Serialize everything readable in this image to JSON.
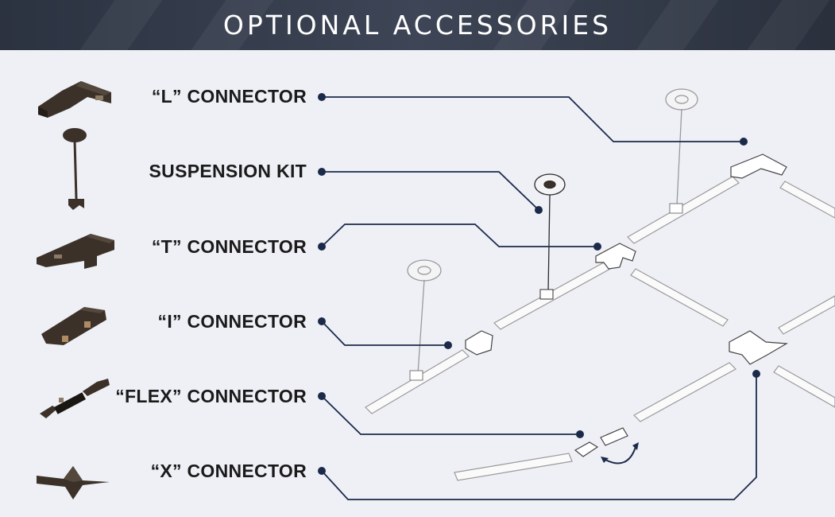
{
  "header": {
    "title": "OPTIONAL ACCESSORIES"
  },
  "accessories": [
    {
      "label": "“L” CONNECTOR",
      "icon": "l-connector-icon"
    },
    {
      "label": "SUSPENSION KIT",
      "icon": "suspension-kit-icon"
    },
    {
      "label": "“T” CONNECTOR",
      "icon": "t-connector-icon"
    },
    {
      "label": "“I” CONNECTOR",
      "icon": "i-connector-icon"
    },
    {
      "label": "“FLEX” CONNECTOR",
      "icon": "flex-connector-icon"
    },
    {
      "label": "“X” CONNECTOR",
      "icon": "x-connector-icon"
    }
  ],
  "colors": {
    "banner": "#2f3644",
    "background": "#eef0f6",
    "leader_line": "#1c2a4a",
    "product_bronze": "#3b3128",
    "track_outline": "#9a9a9a"
  }
}
